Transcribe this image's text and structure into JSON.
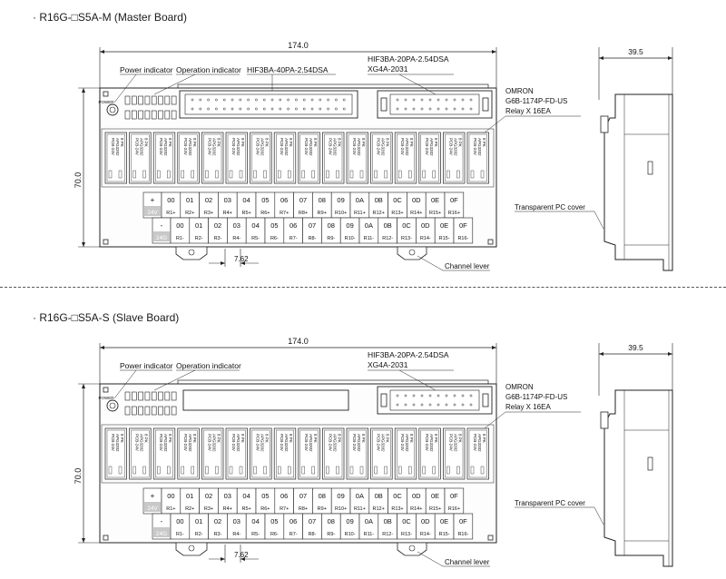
{
  "sections": [
    {
      "title": "· R16G-□S5A-M (Master Board)",
      "dim_width": "174.0",
      "dim_height": "70.0",
      "dim_side": "39.5",
      "dim_pitch": "7.62",
      "label_power": "Power indicator",
      "label_operation": "Operation indicator",
      "label_connector_40": "HIF3BA-40PA-2.54DSA",
      "label_connector_20_line1": "HIF3BA-20PA-2.54DSA",
      "label_connector_20_line2": "XG4A-2031",
      "label_relay_line1": "OMRON",
      "label_relay_line2": "G6B-1174P-FD-US",
      "label_relay_line3": "Relay X 16EA",
      "label_cover": "Transparent PC cover",
      "label_lever": "Channel lever"
    },
    {
      "title": "· R16G-□S5A-S (Slave Board)",
      "dim_width": "174.0",
      "dim_height": "70.0",
      "dim_side": "39.5",
      "dim_pitch": "7.62",
      "label_power": "Power indicator",
      "label_operation": "Operation indicator",
      "label_connector_20_line1": "HIF3BA-20PA-2.54DSA",
      "label_connector_20_line2": "XG4A-2031",
      "label_relay_line1": "OMRON",
      "label_relay_line2": "G6B-1174P-FD-US",
      "label_relay_line3": "Relay X 16EA",
      "label_cover": "Transparent PC cover",
      "label_lever": "Channel lever"
    }
  ],
  "terminals": {
    "top_sign": "+",
    "top_voltage": "24V",
    "top_channels": [
      "00",
      "01",
      "02",
      "03",
      "04",
      "05",
      "06",
      "07",
      "08",
      "09",
      "0A",
      "0B",
      "0C",
      "0D",
      "0E",
      "0F"
    ],
    "top_relays": [
      "R1+",
      "R2+",
      "R3+",
      "R4+",
      "R5+",
      "R6+",
      "R7+",
      "R8+",
      "R9+",
      "R10+",
      "R11+",
      "R12+",
      "R13+",
      "R14+",
      "R15+",
      "R16+"
    ],
    "bottom_sign": "-",
    "bottom_voltage": "24G",
    "bottom_channels": [
      "00",
      "01",
      "02",
      "03",
      "04",
      "05",
      "06",
      "07",
      "08",
      "09",
      "0A",
      "0B",
      "0C",
      "0D",
      "0E",
      "0F"
    ],
    "bottom_relays": [
      "R1-",
      "R2-",
      "R3-",
      "R4-",
      "R5-",
      "R6-",
      "R7-",
      "R8-",
      "R9-",
      "R10-",
      "R11-",
      "R12-",
      "R13-",
      "R14-",
      "R15-",
      "R16-"
    ]
  },
  "relay_text": {
    "line1": "PCB-24V",
    "line2": "APG3202",
    "line3": "8 PK"
  },
  "power_led_label": "POWER"
}
